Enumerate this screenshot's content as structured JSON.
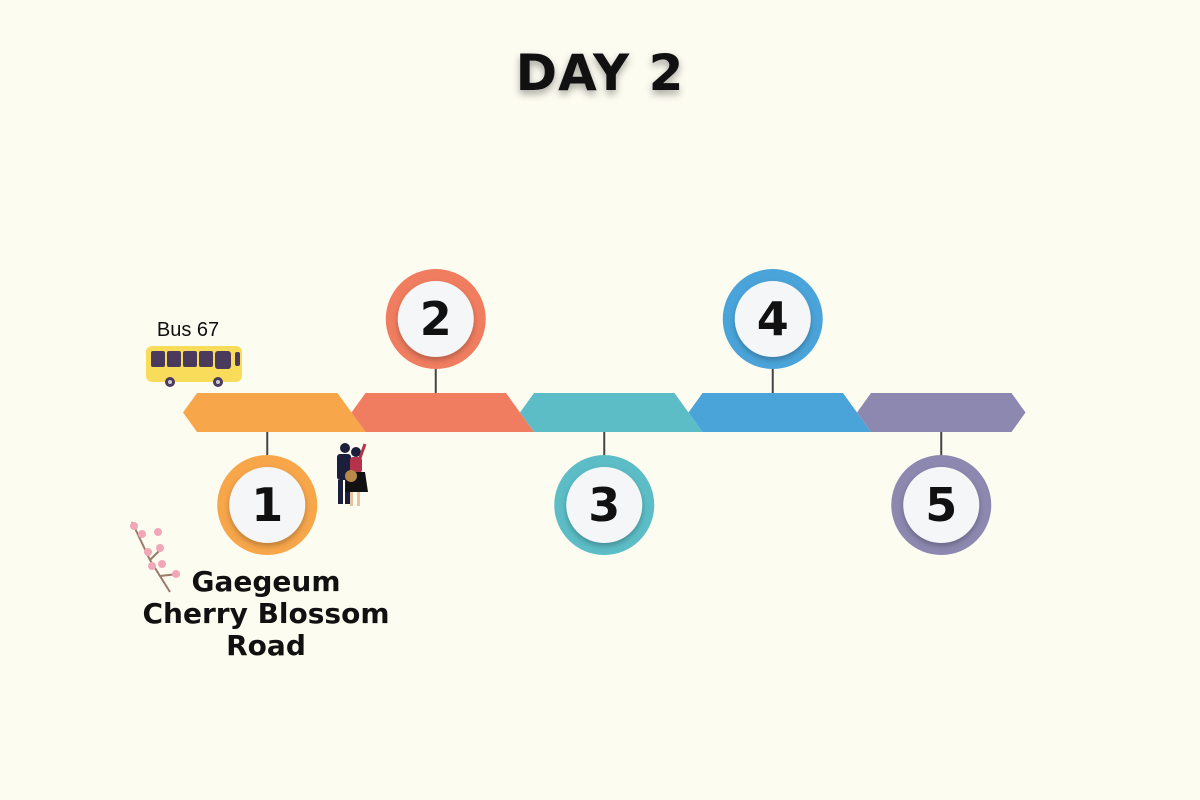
{
  "title": "DAY 2",
  "bus_label": "Bus 67",
  "place_label": "Gaegeum Cherry Blossom Road",
  "steps": [
    {
      "number": "1",
      "color": "#f7a64a"
    },
    {
      "number": "2",
      "color": "#f07d5f"
    },
    {
      "number": "3",
      "color": "#5cbdc6"
    },
    {
      "number": "4",
      "color": "#4aa4d9"
    },
    {
      "number": "5",
      "color": "#8d88b0"
    }
  ]
}
